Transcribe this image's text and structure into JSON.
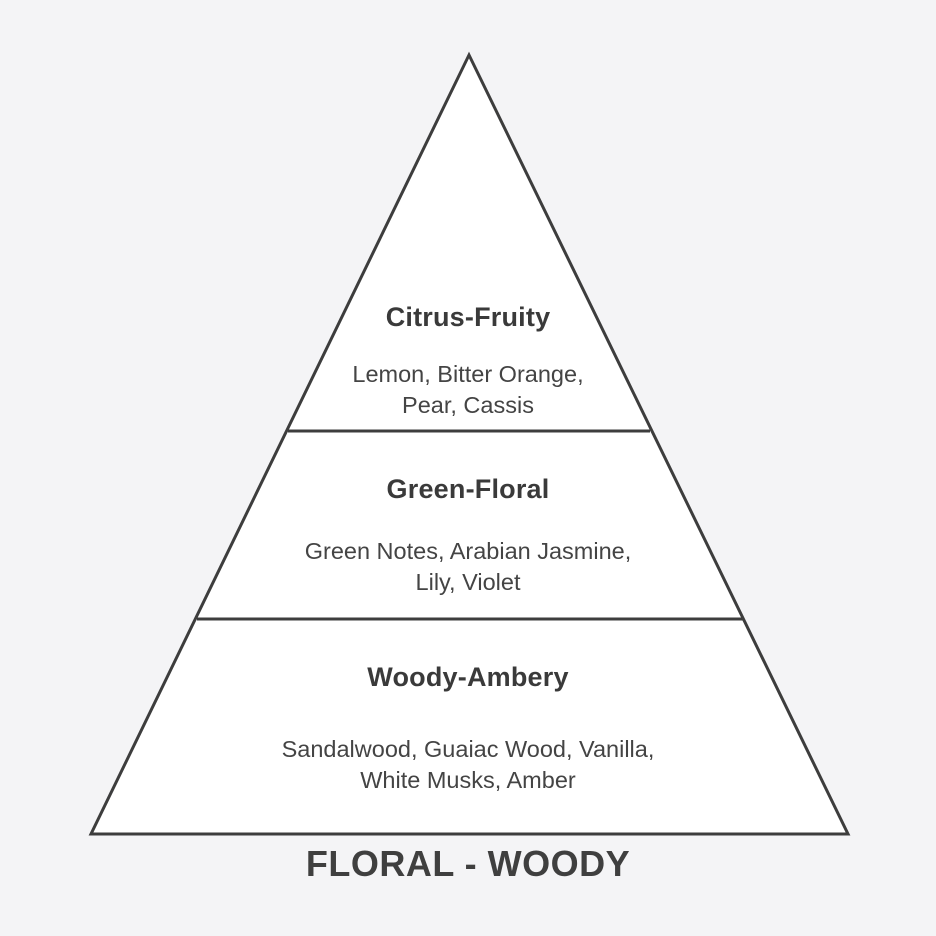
{
  "colors": {
    "background": "#f4f4f6",
    "fill": "#ffffff",
    "stroke": "#3d3d3d",
    "text": "#3d3d3d"
  },
  "tiers": [
    {
      "title": "Citrus-Fruity",
      "notes_line1": "Lemon, Bitter Orange,",
      "notes_line2": "Pear, Cassis"
    },
    {
      "title": "Green-Floral",
      "notes_line1": "Green Notes, Arabian Jasmine,",
      "notes_line2": "Lily, Violet"
    },
    {
      "title": "Woody-Ambery",
      "notes_line1": "Sandalwood, Guaiac Wood, Vanilla,",
      "notes_line2": "White Musks, Amber"
    }
  ],
  "footer": {
    "title": "FLORAL - WOODY"
  }
}
